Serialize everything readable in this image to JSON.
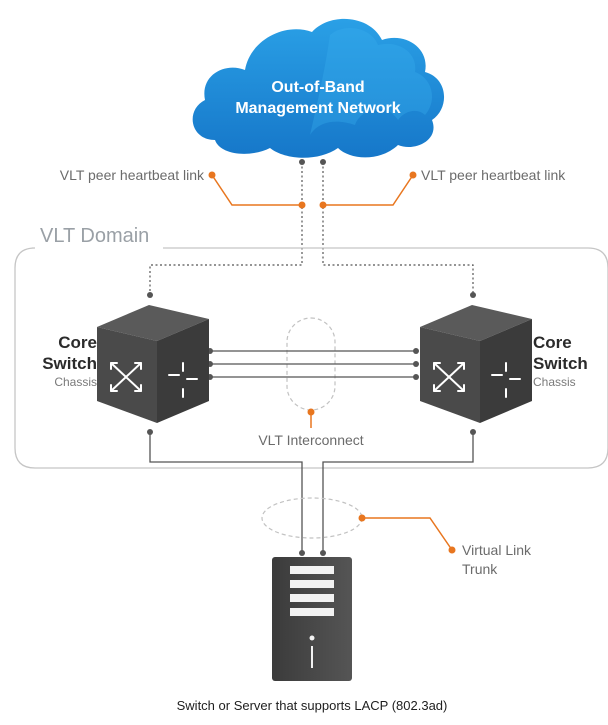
{
  "cloud": {
    "line1": "Out-of-Band",
    "line2": "Management Network",
    "color": "#1f8dd6"
  },
  "heartbeat": {
    "left_label": "VLT peer heartbeat link",
    "right_label": "VLT peer heartbeat link"
  },
  "domain": {
    "label": "VLT Domain"
  },
  "switches": {
    "left": {
      "title1": "Core",
      "title2": "Switch",
      "subtitle": "Chassis"
    },
    "right": {
      "title1": "Core",
      "title2": "Switch",
      "subtitle": "Chassis"
    }
  },
  "interconnect": {
    "label": "VLT Interconnect"
  },
  "trunk": {
    "line1": "Virtual Link",
    "line2": "Trunk"
  },
  "server": {
    "caption": "Switch or Server that supports LACP (802.3ad)"
  },
  "colors": {
    "accent": "#e8761f",
    "line": "#555555",
    "device": "#4a4a4a"
  }
}
